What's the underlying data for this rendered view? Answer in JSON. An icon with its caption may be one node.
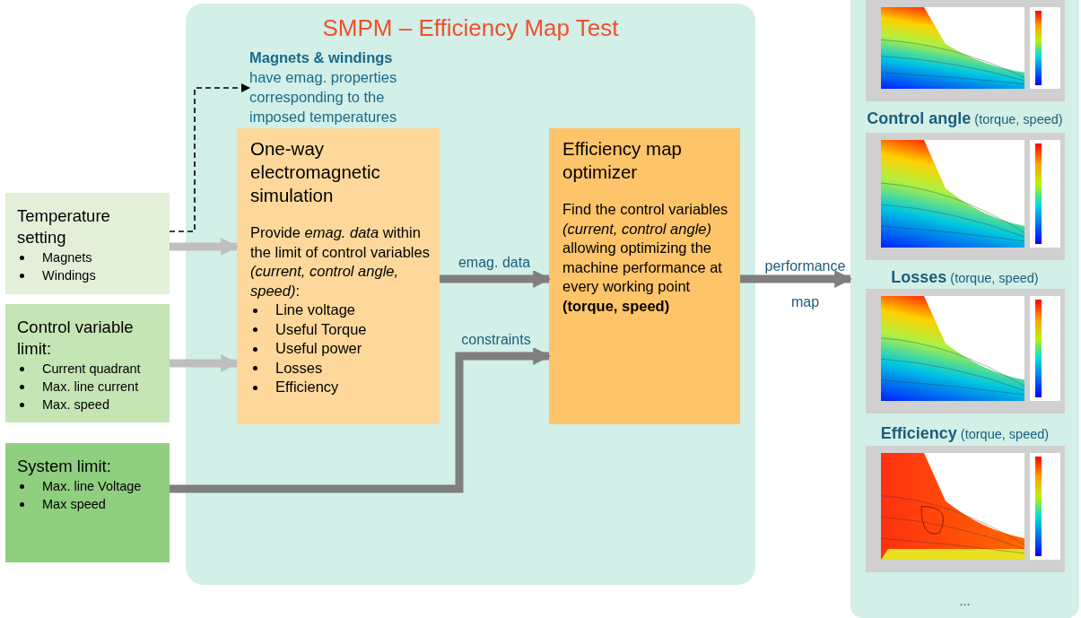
{
  "diagram": {
    "nodes": [
      {
        "text": [
          "SMPM – Efficiency Map Test"
        ]
      },
      {
        "text": [
          "**Magnets & windings** have emag. properties corresponding to the imposed temperatures"
        ],
        "in": 0
      },
      {
        "text": [
          "One-way electromagnetic simulation",
          "Provide *emag. data* within the limit of control variables *(current, control angle, speed)*:",
          "Line voltage",
          "Useful Torque",
          "Useful power",
          "Losses",
          "Efficiency"
        ],
        "in": 0
      },
      {
        "text": [
          "Efficiency map optimizer",
          "Find the control variables *(current, control angle)* allowing optimizing the machine performance at every working point **(torque, speed)**"
        ],
        "in": 0
      },
      {
        "text": [
          "Temperature setting",
          "Magnets",
          "Windings"
        ]
      },
      {
        "text": [
          "Control variable limit:",
          "Current quadrant",
          "Max. line current",
          "Max. speed"
        ]
      },
      {
        "text": [
          "System limit:",
          "Max. line Voltage",
          "Max speed"
        ]
      },
      {
        "text": [
          "**Control angle** (torque, speed)",
          "**Losses** (torque, speed)",
          "**Efficiency** (torque, speed)",
          "..."
        ]
      }
    ],
    "edges": [
      {
        "from": 4,
        "to": 2,
        "arrow": "to",
        "color": "#bfbfbf"
      },
      {
        "from": 4,
        "to": 1,
        "arrow": "to",
        "style": "dashed",
        "color": "#000000"
      },
      {
        "from": 5,
        "to": 2,
        "arrow": "to",
        "color": "#bfbfbf"
      },
      {
        "from": 2,
        "to": 3,
        "arrow": "to",
        "label": "emag. data"
      },
      {
        "from": 6,
        "to": 3,
        "arrow": "to",
        "label": "constraints"
      },
      {
        "from": 3,
        "to": 7,
        "arrow": "to",
        "label": "performance map"
      }
    ]
  }
}
